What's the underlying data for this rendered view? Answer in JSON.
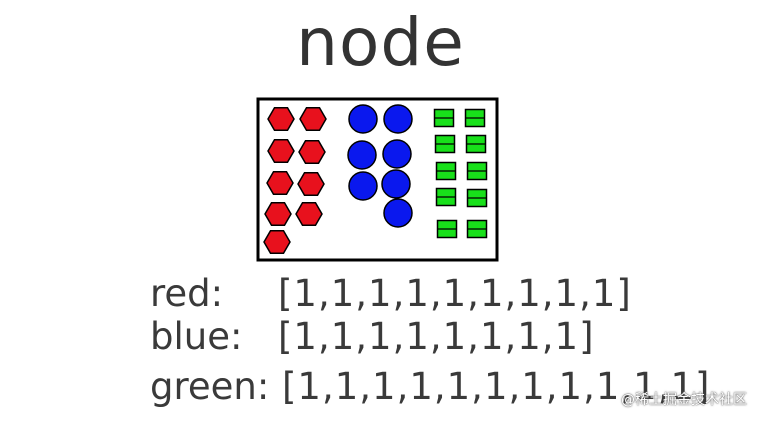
{
  "title": "node",
  "rows": [
    {
      "label": "red:",
      "array": "[1,1,1,1,1,1,1,1,1]",
      "color": "#e8111d",
      "count": 9
    },
    {
      "label": "blue:",
      "array": "[1,1,1,1,1,1,1,1]",
      "color": "#0a18ee",
      "count": 8
    },
    {
      "label": "green:",
      "array": "[1,1,1,1,1,1,1,1,1,1,1]",
      "color": "#18e01a",
      "count": 10
    }
  ],
  "shapes": {
    "red": "hexagon",
    "blue": "circle",
    "green": "square-with-line"
  },
  "watermark": "@稀土掘金技术社区"
}
